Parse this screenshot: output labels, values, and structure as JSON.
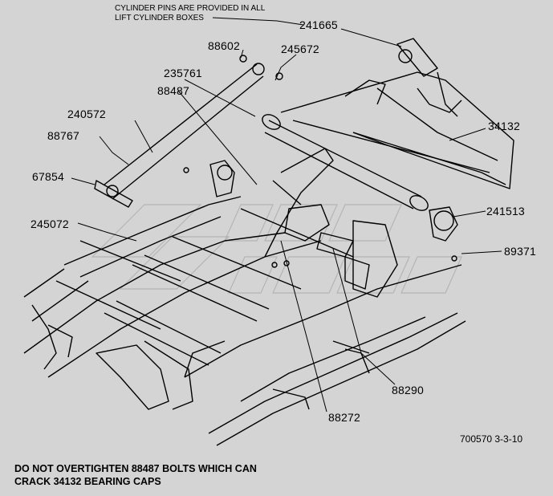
{
  "header_note": {
    "line1": "CYLINDER PINS ARE PROVIDED IN ALL",
    "line2": "LIFT CYLINDER BOXES"
  },
  "callouts": [
    {
      "id": "c241665",
      "label": "241665"
    },
    {
      "id": "c88602",
      "label": "88602"
    },
    {
      "id": "c245672",
      "label": "245672"
    },
    {
      "id": "c235761",
      "label": "235761"
    },
    {
      "id": "c88487",
      "label": "88487"
    },
    {
      "id": "c240572",
      "label": "240572"
    },
    {
      "id": "c34132",
      "label": "34132"
    },
    {
      "id": "c88767",
      "label": "88767"
    },
    {
      "id": "c67854",
      "label": "67854"
    },
    {
      "id": "c245072",
      "label": "245072"
    },
    {
      "id": "c241513",
      "label": "241513"
    },
    {
      "id": "c89371",
      "label": "89371"
    },
    {
      "id": "c88290",
      "label": "88290"
    },
    {
      "id": "c88272",
      "label": "88272"
    }
  ],
  "footer_code": "700570  3-3-10",
  "warning": {
    "line1": "DO NOT OVERTIGHTEN 88487 BOLTS WHICH CAN",
    "line2": "CRACK 34132 BEARING CAPS"
  }
}
